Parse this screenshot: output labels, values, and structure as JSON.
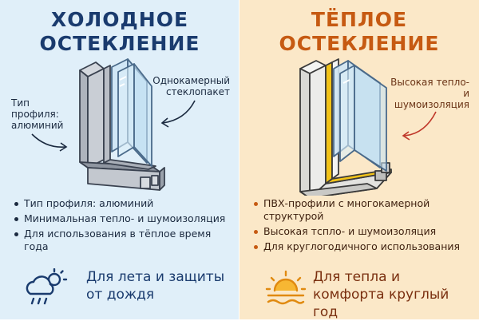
{
  "cold": {
    "title_line1": "ХОЛОДНОЕ",
    "title_line2": "ОСТЕКЛЕНИЕ",
    "callout_profile": "Тип профиля: алюминий",
    "callout_glass": "Однокамерный стеклопакет",
    "bullets": [
      "Тип профиля: алюминий",
      "Минимальная тепло- и шумоизоляция",
      "Для использования в тёплое время года"
    ],
    "bottom_text": "Для лета и защиты от дождя",
    "icon": "cloud-sun-rain-icon",
    "background": "#e0eff9",
    "accent": "#1a3b6e"
  },
  "warm": {
    "title_line1": "ТЁПЛОЕ",
    "title_line2": "ОСТЕКЛЕНИЕ",
    "callout_insulation": "Высокая тепло- и шумоизоляция",
    "bullets": [
      "ПВХ-профили с многокамерной структурой",
      "Высокая тспло- и шумоизоляция",
      "Для круглогодичного использования"
    ],
    "bottom_text": "Для тепла и комфорта круглый год",
    "icon": "sun-icon",
    "background": "#fbe8c8",
    "accent": "#c65a12"
  }
}
